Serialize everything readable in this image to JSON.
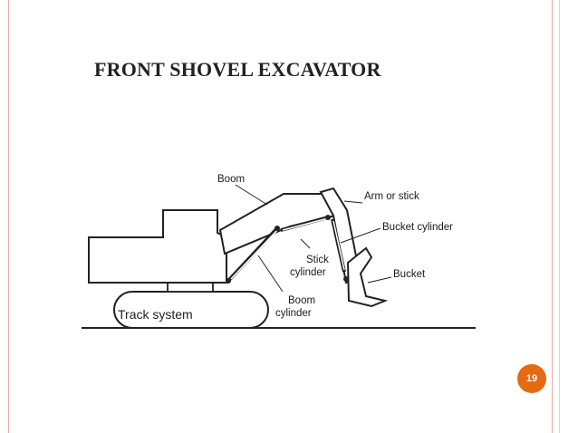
{
  "slide": {
    "title": "FRONT SHOVEL EXCAVATOR",
    "page_number": "19",
    "accent_color": "#e56a12",
    "border_color": "#e9a99b"
  },
  "diagram": {
    "labels": {
      "boom": "Boom",
      "arm": "Arm or stick",
      "bucket_cylinder": "Bucket cylinder",
      "stick_cylinder_line1": "Stick",
      "stick_cylinder_line2": "cylinder",
      "bucket": "Bucket",
      "boom_cylinder_line1": "Boom",
      "boom_cylinder_line2": "cylinder",
      "track_system": "Track system"
    }
  }
}
